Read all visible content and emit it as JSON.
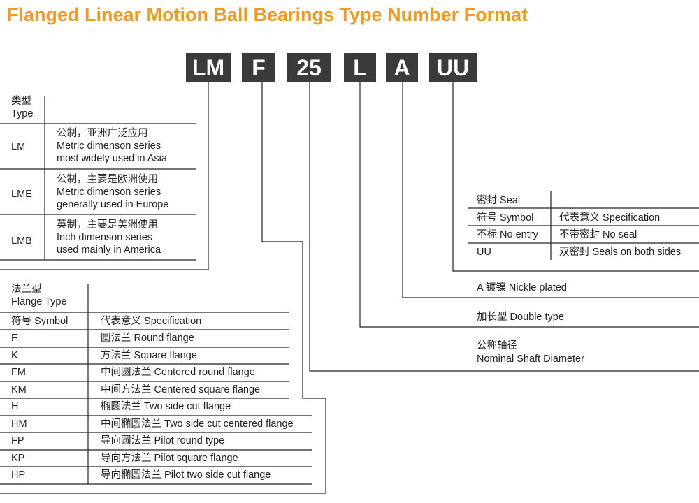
{
  "title": "Flanged Linear Motion Ball Bearings Type Number Format",
  "code_segments": [
    "LM",
    "F",
    "25",
    "L",
    "A",
    "UU"
  ],
  "type_table": {
    "header_cn": "类型",
    "header_en": "Type",
    "rows": [
      {
        "code": "LM",
        "desc": "公制，亚洲广泛应用\nMetric dimenson series\nmost widely used in Asia"
      },
      {
        "code": "LME",
        "desc": "公制，主要是欧洲使用\nMetric dimenson series\ngenerally used in Europe"
      },
      {
        "code": "LMB",
        "desc": "英制，主要是美洲使用\nInch dimenson series\nused mainly in America"
      }
    ]
  },
  "flange_table": {
    "header_cn": "法兰型",
    "header_en": "Flange Type",
    "col1": "符号 Symbol",
    "col2": "代表意义 Specification",
    "rows": [
      {
        "code": "F",
        "desc": "圆法兰 Round flange"
      },
      {
        "code": "K",
        "desc": "方法兰 Square flange"
      },
      {
        "code": "FM",
        "desc": "中间圆法兰 Centered round flange"
      },
      {
        "code": "KM",
        "desc": "中间方法兰 Centered square flange"
      },
      {
        "code": "H",
        "desc": "椭圆法兰 Two side cut flange"
      },
      {
        "code": "HM",
        "desc": "中间椭圆法兰 Two side cut centered flange"
      },
      {
        "code": "FP",
        "desc": "导向圆法兰 Pilot round type"
      },
      {
        "code": "KP",
        "desc": "导向方法兰 Pilot square flange"
      },
      {
        "code": "HP",
        "desc": "导向椭圆法兰 Pilot two side cut flange"
      }
    ]
  },
  "seal_table": {
    "header": "密封 Seal",
    "col1": "符号 Symbol",
    "col2": "代表意义 Specification",
    "rows": [
      {
        "code": "不标 No entry",
        "desc": "不带密封 No seal"
      },
      {
        "code": "UU",
        "desc": "双密封 Seals on both sides"
      }
    ]
  },
  "notes": {
    "plating": "A  镀镍  Nickle plated",
    "length": "加长型 Double type",
    "diameter_cn": "公称轴径",
    "diameter_en": "Nominal Shaft Diameter"
  },
  "colors": {
    "title": "#f39a1e",
    "box": "#3b3b3b",
    "line": "#222222"
  }
}
